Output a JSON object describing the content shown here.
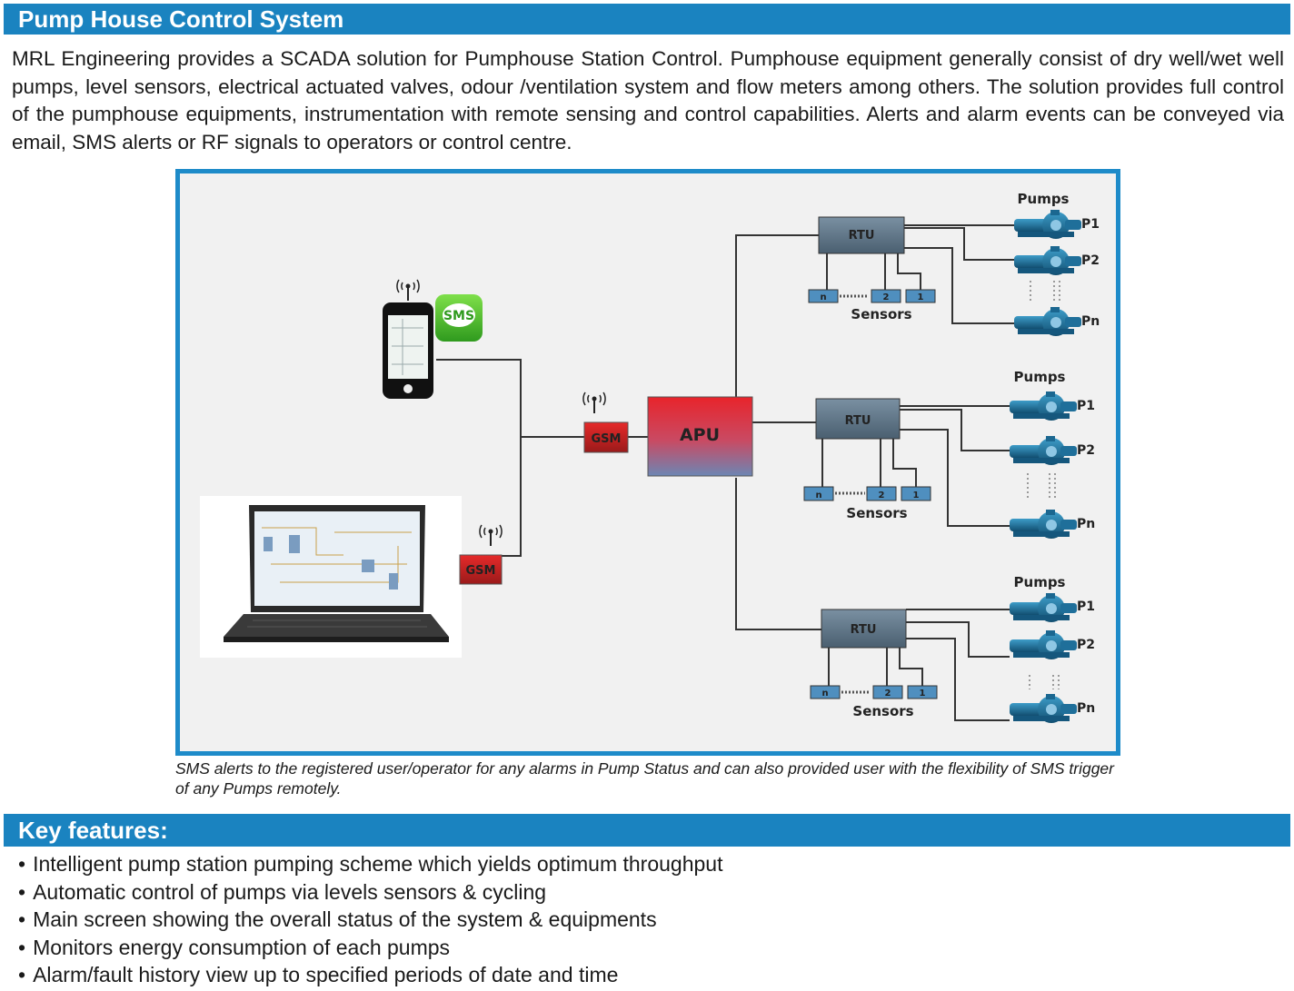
{
  "header": {
    "title": "Pump House Control System"
  },
  "intro": "MRL Engineering provides a SCADA solution for Pumphouse Station Control. Pumphouse equipment generally consist of dry well/wet well pumps, level sensors, electrical actuated valves, odour /ventilation system and flow meters among others. The solution provides full control of the pumphouse equipments, instrumentation with remote sensing and control capabilities. Alerts and alarm events can be conveyed via email, SMS alerts or RF signals to operators or control centre.",
  "diagram": {
    "sms_label": "SMS",
    "gsm_label": "GSM",
    "apu_label": "APU",
    "rtu_label": "RTU",
    "sensors_label": "Sensors",
    "pumps_label": "Pumps",
    "pump_labels": [
      "P1",
      "P2",
      "Pn"
    ],
    "sensor_labels": [
      "n",
      "2",
      "1"
    ]
  },
  "caption": "SMS alerts to the registered user/operator for any alarms in Pump Status and can also provided user with the flexibility of SMS trigger of any Pumps remotely.",
  "features": {
    "title": "Key features:",
    "items": [
      "Intelligent pump station pumping scheme which yields optimum throughput",
      "Automatic control of pumps via levels sensors & cycling",
      "Main screen showing the overall status of the system & equipments",
      "Monitors energy consumption of each pumps",
      "Alarm/fault history view up to specified periods of date and time"
    ]
  },
  "colors": {
    "bar": "#1a83c0",
    "frame": "#1e8bc9",
    "apu_top": "#e8242b",
    "rtu": "#5f7587",
    "pump": "#1f6f9a"
  }
}
